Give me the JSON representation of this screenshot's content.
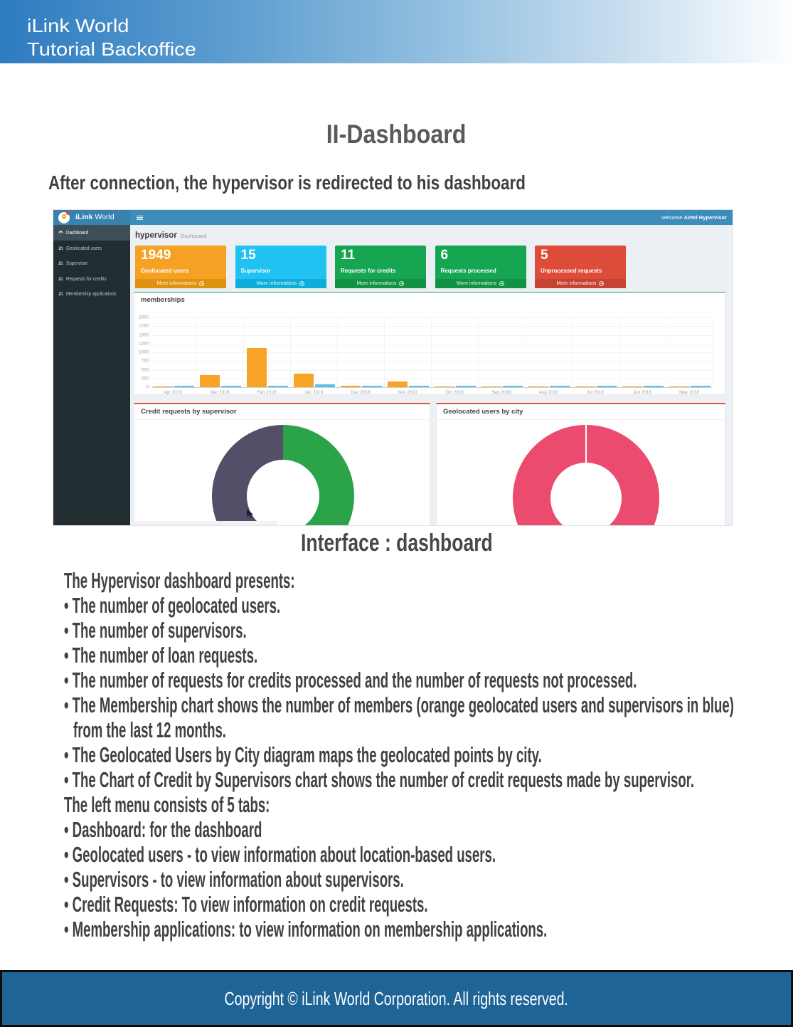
{
  "document": {
    "header": {
      "line1": "iLink World",
      "line2": "Tutorial Backoffice"
    },
    "title": "II-Dashboard",
    "intro": "After connection, the hypervisor is redirected to his dashboard",
    "caption": "Interface : dashboard",
    "body_lines": [
      {
        "text": "The Hypervisor dashboard presents:"
      },
      {
        "text": "• The number of geolocated users."
      },
      {
        "text": "• The number of supervisors."
      },
      {
        "text": "• The number of loan requests."
      },
      {
        "text": "• The number of requests for credits processed and the number of requests not processed."
      },
      {
        "text": "• The Membership chart shows the number of members (orange geolocated users and supervisors in blue)"
      },
      {
        "text": "from the last 12 months.",
        "indent": true
      },
      {
        "text": "• The Geolocated Users by City diagram maps the geolocated points by city."
      },
      {
        "text": "• The Chart of Credit by Supervisors chart shows the number of credit requests made by supervisor."
      },
      {
        "text": "The left menu consists of 5 tabs:"
      },
      {
        "text": "• Dashboard: for the dashboard"
      },
      {
        "text": "• Geolocated users - to view information about location-based users."
      },
      {
        "text": "• Supervisors - to view information about supervisors."
      },
      {
        "text": "• Credit Requests: To view information on credit requests."
      },
      {
        "text": "• Membership applications: to view information on membership applications."
      }
    ],
    "footer": "Copyright © iLink World Corporation. All rights reserved."
  },
  "dashboard": {
    "topbar": {
      "brand_bold": "iLink",
      "brand_rest": " World",
      "welcome_prefix": "welcome ",
      "welcome_user": "Airtel Hypervisor"
    },
    "sidebar": [
      {
        "label": "Dashboard",
        "icon": "dashboard",
        "active": true
      },
      {
        "label": "Geolocated users",
        "icon": "users",
        "active": false
      },
      {
        "label": "Supervisor",
        "icon": "users",
        "active": false
      },
      {
        "label": "Requests for credits",
        "icon": "users",
        "active": false
      },
      {
        "label": "Membership applications",
        "icon": "users",
        "active": false
      }
    ],
    "heading": {
      "title": "hypervisor",
      "subtitle": "Dashboard"
    },
    "cards": [
      {
        "value": "1949",
        "label": "Geolocated users",
        "color": "#f5a123",
        "footer_color": "#de9210"
      },
      {
        "value": "15",
        "label": "Supervisor",
        "color": "#1fc2f0",
        "footer_color": "#0fadda"
      },
      {
        "value": "11",
        "label": "Requests for credits",
        "color": "#16a551",
        "footer_color": "#119245"
      },
      {
        "value": "6",
        "label": "Requests processed",
        "color": "#16a551",
        "footer_color": "#119245"
      },
      {
        "value": "5",
        "label": "Unprocessed requests",
        "color": "#dd4b39",
        "footer_color": "#c64333"
      }
    ],
    "card_footer_label": "More informations"
  },
  "chart_data": [
    {
      "type": "bar",
      "title": "memberships",
      "accent_color": "#13a94e",
      "categories": [
        "Apr 2019",
        "Mar 2019",
        "Feb 2019",
        "Jan 2019",
        "Dec 2018",
        "Nov 2018",
        "Oct 2018",
        "Sep 2018",
        "Aug 2018",
        "Jul 2018",
        "Jun 2018",
        "May 2018"
      ],
      "series": [
        {
          "name": "geolocated users",
          "color": "#f7a427",
          "values": [
            30,
            350,
            1120,
            395,
            40,
            165,
            30,
            30,
            30,
            30,
            30,
            30
          ]
        },
        {
          "name": "supervisors",
          "color": "#58c2ea",
          "values": [
            40,
            40,
            40,
            80,
            40,
            40,
            40,
            40,
            40,
            40,
            40,
            40
          ]
        }
      ],
      "ylim": [
        0,
        2000
      ],
      "ytick_step": 250,
      "grid": true,
      "legend": false
    },
    {
      "type": "donut",
      "title": "Credit requests by supervisor",
      "accent_color": "#e0503f",
      "slices": [
        {
          "value": 50,
          "color": "#2ba449"
        },
        {
          "value": 50,
          "color": "#544e68"
        }
      ]
    },
    {
      "type": "donut",
      "title": "Geolocated users by city",
      "accent_color": "#e0503f",
      "slices": [
        {
          "value": 100,
          "color": "#ea4b6e"
        }
      ]
    }
  ]
}
